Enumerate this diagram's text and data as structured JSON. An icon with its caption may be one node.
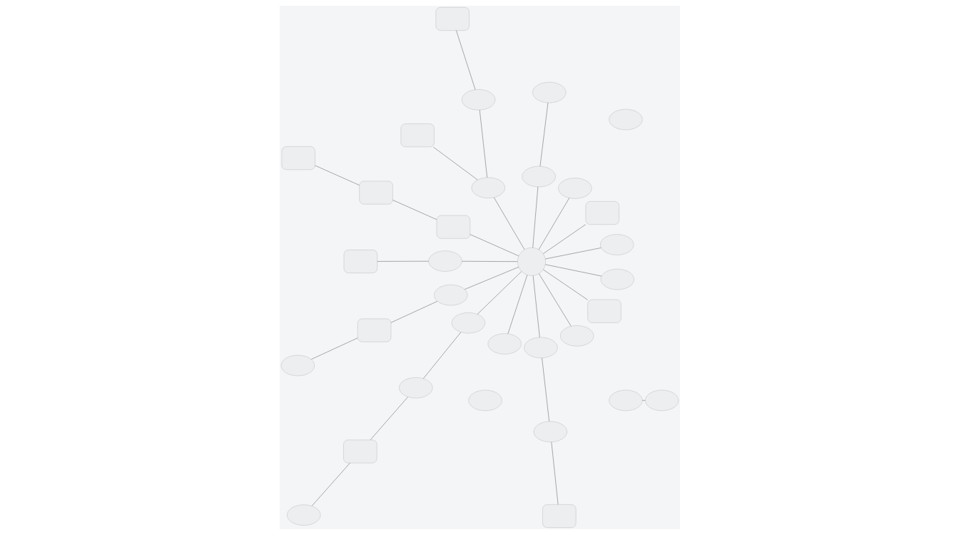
{
  "diagram": {
    "nodes": [
      {
        "text": [],
        "shape": "box"
      },
      {
        "text": [],
        "shape": "cloud"
      },
      {
        "text": [],
        "shape": "cloud"
      },
      {
        "text": [],
        "shape": "cloud"
      },
      {
        "text": [],
        "shape": "box"
      },
      {
        "text": [],
        "shape": "cloud"
      },
      {
        "text": [],
        "shape": "box"
      },
      {
        "text": [],
        "shape": "box"
      },
      {
        "text": [],
        "shape": "cloud"
      },
      {
        "text": [],
        "shape": "cloud"
      },
      {
        "text": [],
        "shape": "box"
      },
      {
        "text": [],
        "shape": "cloud"
      },
      {
        "text": [],
        "shape": "box"
      },
      {
        "text": [],
        "shape": "cloud"
      },
      {
        "text": [],
        "shape": "box"
      },
      {
        "text": [],
        "shape": "cloud"
      },
      {
        "text": [],
        "shape": "cloud"
      },
      {
        "text": [],
        "shape": "circle"
      },
      {
        "text": [],
        "shape": "cloud"
      },
      {
        "text": [],
        "shape": "cloud"
      },
      {
        "text": [],
        "shape": "box"
      },
      {
        "text": [],
        "shape": "cloud"
      },
      {
        "text": [],
        "shape": "cloud"
      },
      {
        "text": [],
        "shape": "cloud"
      },
      {
        "text": [],
        "shape": "box"
      },
      {
        "text": [],
        "shape": "cloud"
      },
      {
        "text": [],
        "shape": "cloud"
      },
      {
        "text": [],
        "shape": "cloud"
      },
      {
        "text": [],
        "shape": "cloud"
      },
      {
        "text": [],
        "shape": "box"
      },
      {
        "text": [],
        "shape": "cloud"
      },
      {
        "text": [],
        "shape": "cloud"
      },
      {
        "text": [],
        "shape": "box"
      }
    ],
    "edges": [
      {
        "from": 17,
        "to": 11,
        "arrow": "none"
      },
      {
        "from": 17,
        "to": 2,
        "arrow": "none"
      },
      {
        "from": 17,
        "to": 8,
        "arrow": "none"
      },
      {
        "from": 17,
        "to": 4,
        "arrow": "none"
      },
      {
        "from": 17,
        "to": 9,
        "arrow": "none"
      },
      {
        "from": 17,
        "to": 12,
        "arrow": "none"
      },
      {
        "from": 17,
        "to": 18,
        "arrow": "none"
      },
      {
        "from": 17,
        "to": 16,
        "arrow": "none"
      },
      {
        "from": 17,
        "to": 22,
        "arrow": "none"
      },
      {
        "from": 17,
        "to": 28,
        "arrow": "none"
      },
      {
        "from": 17,
        "to": 29,
        "arrow": "none"
      },
      {
        "from": 17,
        "to": 30,
        "arrow": "none"
      },
      {
        "from": 17,
        "to": 25,
        "arrow": "none"
      },
      {
        "from": 17,
        "to": 13,
        "arrow": "none"
      },
      {
        "from": 9,
        "to": 5,
        "arrow": "none"
      },
      {
        "from": 0,
        "to": 3,
        "arrow": "none"
      },
      {
        "from": 3,
        "to": 11,
        "arrow": "none"
      },
      {
        "from": 10,
        "to": 11,
        "arrow": "none"
      },
      {
        "from": 20,
        "to": 21,
        "arrow": "none"
      },
      {
        "from": 20,
        "to": 16,
        "arrow": "none"
      },
      {
        "from": 26,
        "to": 27,
        "arrow": "none"
      },
      {
        "from": 6,
        "to": 12,
        "arrow": "none"
      },
      {
        "from": 7,
        "to": 6,
        "arrow": "none"
      },
      {
        "from": 14,
        "to": 13,
        "arrow": "none"
      },
      {
        "from": 18,
        "to": 19,
        "arrow": "none"
      },
      {
        "from": 19,
        "to": 24,
        "arrow": "none"
      },
      {
        "from": 23,
        "to": 24,
        "arrow": "none"
      },
      {
        "from": 25,
        "to": 31,
        "arrow": "none"
      },
      {
        "from": 31,
        "to": 32,
        "arrow": "none"
      }
    ]
  }
}
